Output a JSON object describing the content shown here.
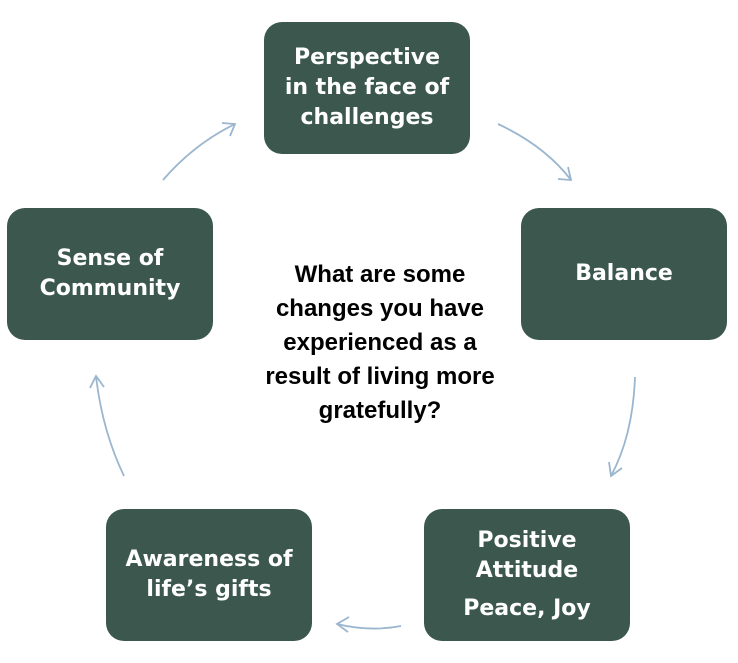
{
  "center_question": [
    "What are some",
    "changes you have",
    "experienced as a",
    "result of living more",
    "gratefully?"
  ],
  "nodes": {
    "top": {
      "lines": [
        "Perspective",
        "in the face of",
        "challenges"
      ]
    },
    "right": {
      "lines": [
        "Balance"
      ]
    },
    "bottom_right": {
      "lines": [
        "Positive",
        "Attitude"
      ],
      "sub": "Peace, Joy"
    },
    "bottom_left": {
      "lines": [
        "Awareness of",
        "life’s gifts"
      ]
    },
    "left": {
      "lines": [
        "Sense of",
        "Community"
      ]
    }
  },
  "colors": {
    "node_fill": "#3c584e",
    "node_text": "#ffffff",
    "arrow": "#9bb6cf",
    "center_text": "#000000"
  }
}
